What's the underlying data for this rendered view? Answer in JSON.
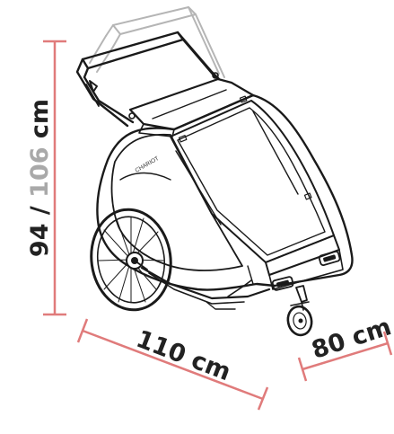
{
  "dimensions": {
    "height_primary": "94 / ",
    "height_secondary": "106",
    "height_unit": " cm",
    "length": "110 cm",
    "width": "80 cm"
  },
  "colors": {
    "dimension_line": "#e07b7b",
    "secondary_value": "#a9a9a9",
    "text": "#222222",
    "outline": "#1a1a1a"
  },
  "product": {
    "brand_mark": "CHARIOT"
  }
}
